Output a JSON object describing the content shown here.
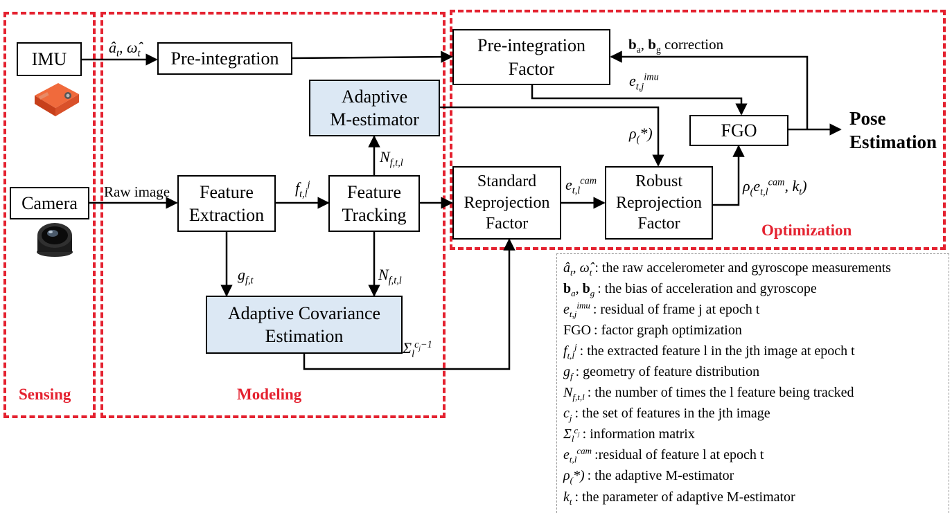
{
  "regions": {
    "sensing": "Sensing",
    "modeling": "Modeling",
    "optimization": "Optimization"
  },
  "sensors": {
    "imu": "IMU",
    "camera": "Camera",
    "imu_image": "imu-device-icon",
    "camera_image": "camera-lens-icon"
  },
  "blocks": {
    "preintegration": "Pre-integration",
    "adaptive_m_estimator": [
      "Adaptive",
      "M-estimator"
    ],
    "feature_extraction": [
      "Feature",
      "Extraction"
    ],
    "feature_tracking": [
      "Feature",
      "Tracking"
    ],
    "adaptive_covariance": [
      "Adaptive Covariance",
      "Estimation"
    ],
    "preintegration_factor": [
      "Pre-integration",
      "Factor"
    ],
    "fgo": "FGO",
    "standard_reprojection": [
      "Standard",
      "Reprojection",
      "Factor"
    ],
    "robust_reprojection": [
      "Robust",
      "Reprojection",
      "Factor"
    ]
  },
  "edge_labels": {
    "imu_measurements": "â_t, ω̂_t",
    "raw_image": "Raw image",
    "feature": "f_{t,l}^j",
    "tracked_count_up": "N_{f,t,l}",
    "tracked_count_down": "N_{f,t,l}",
    "geometry": "g_{f,t}",
    "information_matrix": "Σ_l^{c_j−1}",
    "bias_correction": "b_a, b_g correction",
    "imu_residual": "e_{t,j}^{imu}",
    "m_estimator": "ρ_(*)",
    "cam_residual": "e_{t,l}^{cam}",
    "robust_output": "ρ_(e_{t,l}^{cam}, k_t)"
  },
  "output": [
    "Pose",
    "Estimation"
  ],
  "legend": [
    {
      "symbol": "â_t, ω̂_t",
      "text": " : the raw accelerometer and gyroscope measurements"
    },
    {
      "symbol": "b_a, b_g",
      "text": ": the bias of acceleration and gyroscope"
    },
    {
      "symbol": "e_{t,j}^{imu}",
      "text": ": residual of frame j at epoch t"
    },
    {
      "symbol": "FGO",
      "text": " : factor graph optimization"
    },
    {
      "symbol": "f_{t,l}^j",
      "text": ": the extracted feature l in the jth image at epoch t"
    },
    {
      "symbol": "g_f",
      "text": " : geometry of feature distribution"
    },
    {
      "symbol": "N_{f,t,l}",
      "text": " : the number of times the l feature being tracked"
    },
    {
      "symbol": "c_j",
      "text": ": the set of features in the jth image"
    },
    {
      "symbol": "Σ_l^{c_j}",
      "text": ": information matrix"
    },
    {
      "symbol": "e_{t,l}^{cam}",
      "text": ":residual of feature l at epoch t"
    },
    {
      "symbol": "ρ_(*)",
      "text": ": the adaptive M-estimator"
    },
    {
      "symbol": "k_t",
      "text": ": the parameter of adaptive M-estimator"
    }
  ],
  "colors": {
    "region_border": "#e4212f",
    "highlight_fill": "#dce8f4"
  }
}
